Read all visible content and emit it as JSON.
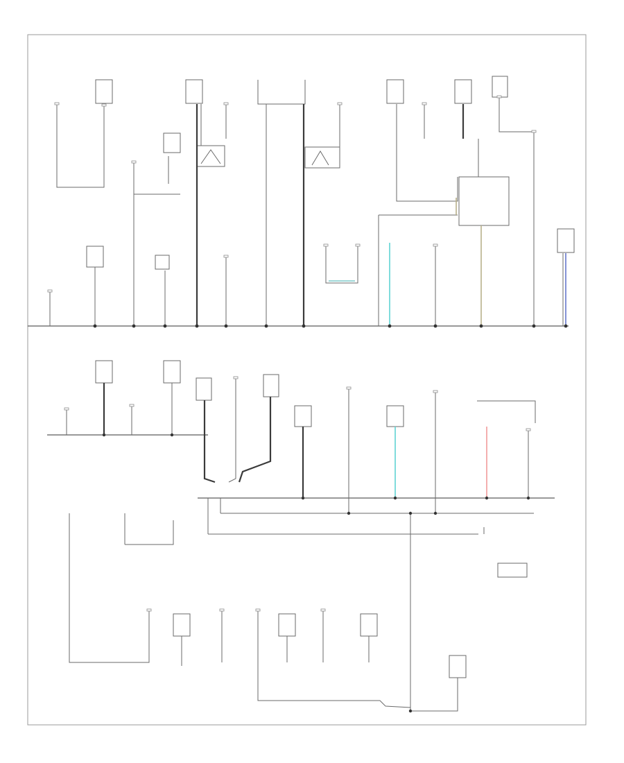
{
  "diagram": {
    "code": "",
    "colors": {
      "wire": "#6a6a6a",
      "wire_dark": "#3a3a3a",
      "light_green": "#5fd3d3",
      "light_blue": "#9ad0d0",
      "tan": "#b8b08a",
      "pink": "#f29a9a",
      "blue": "#6677cc",
      "splice": "#333333"
    },
    "upper_section": {
      "components": [
        {
          "id": "u1",
          "label": ""
        },
        {
          "id": "u2",
          "label": ""
        },
        {
          "id": "u3",
          "label": ""
        },
        {
          "id": "u4",
          "label": ""
        },
        {
          "id": "u5",
          "label": ""
        },
        {
          "id": "u6",
          "label": ""
        },
        {
          "id": "u7",
          "label": ""
        },
        {
          "id": "u8",
          "label": ""
        },
        {
          "id": "u9",
          "label": ""
        },
        {
          "id": "u10",
          "label": ""
        },
        {
          "id": "u11",
          "label": ""
        },
        {
          "id": "u12",
          "label": ""
        },
        {
          "id": "u13",
          "label": ""
        },
        {
          "id": "u14",
          "label": ""
        },
        {
          "id": "u15",
          "label": ""
        },
        {
          "id": "u16",
          "label": ""
        },
        {
          "id": "u17",
          "label": ""
        },
        {
          "id": "u18",
          "label": ""
        }
      ]
    },
    "middle_section": {
      "components": [
        {
          "id": "m1",
          "label": ""
        },
        {
          "id": "m2",
          "label": ""
        },
        {
          "id": "m3",
          "label": ""
        },
        {
          "id": "m4",
          "label": ""
        },
        {
          "id": "m5",
          "label": ""
        },
        {
          "id": "m6",
          "label": ""
        },
        {
          "id": "m7",
          "label": ""
        },
        {
          "id": "m8",
          "label": ""
        },
        {
          "id": "m9",
          "label": ""
        },
        {
          "id": "m10",
          "label": ""
        }
      ]
    },
    "lower_section": {
      "components": [
        {
          "id": "l1",
          "label": ""
        },
        {
          "id": "l2",
          "label": ""
        },
        {
          "id": "l3",
          "label": ""
        },
        {
          "id": "l4",
          "label": ""
        },
        {
          "id": "l5",
          "label": ""
        },
        {
          "id": "l6",
          "label": ""
        },
        {
          "id": "l7",
          "label": ""
        },
        {
          "id": "l8",
          "label": ""
        }
      ]
    }
  }
}
